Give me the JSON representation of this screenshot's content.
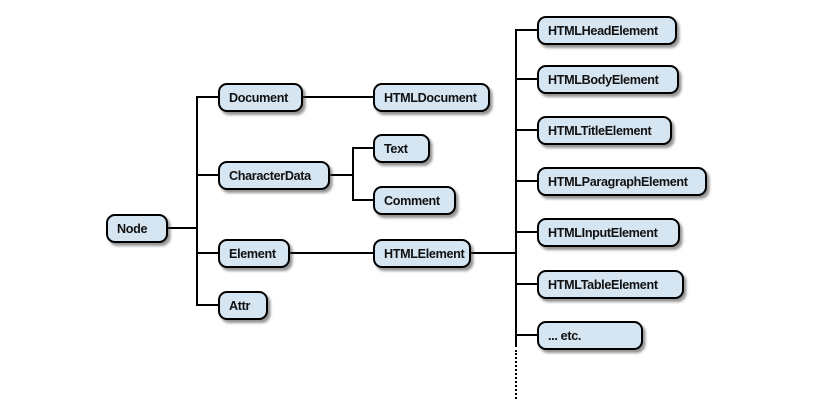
{
  "diagram": {
    "description": "DOM node class inheritance hierarchy",
    "colors": {
      "box_fill": "#d5e5f2",
      "box_border": "#000000",
      "connector": "#000000",
      "background": "#ffffff"
    },
    "nodes": [
      {
        "id": "node",
        "label": "Node",
        "parent": null
      },
      {
        "id": "document",
        "label": "Document",
        "parent": "node"
      },
      {
        "id": "characterdata",
        "label": "CharacterData",
        "parent": "node"
      },
      {
        "id": "element",
        "label": "Element",
        "parent": "node"
      },
      {
        "id": "attr",
        "label": "Attr",
        "parent": "node"
      },
      {
        "id": "htmldocument",
        "label": "HTMLDocument",
        "parent": "document"
      },
      {
        "id": "text",
        "label": "Text",
        "parent": "characterdata"
      },
      {
        "id": "comment",
        "label": "Comment",
        "parent": "characterdata"
      },
      {
        "id": "htmlelement",
        "label": "HTMLElement",
        "parent": "element"
      },
      {
        "id": "htmlheadelement",
        "label": "HTMLHeadElement",
        "parent": "htmlelement"
      },
      {
        "id": "htmlbodyelement",
        "label": "HTMLBodyElement",
        "parent": "htmlelement"
      },
      {
        "id": "htmltitleelement",
        "label": "HTMLTitleElement",
        "parent": "htmlelement"
      },
      {
        "id": "htmlparagraphelement",
        "label": "HTMLParagraphElement",
        "parent": "htmlelement"
      },
      {
        "id": "htmlinputelement",
        "label": "HTMLInputElement",
        "parent": "htmlelement"
      },
      {
        "id": "htmltableelement",
        "label": "HTMLTableElement",
        "parent": "htmlelement"
      },
      {
        "id": "etc",
        "label": "... etc.",
        "parent": "htmlelement"
      }
    ],
    "edges": [
      {
        "from": "node",
        "to": "document"
      },
      {
        "from": "node",
        "to": "characterdata"
      },
      {
        "from": "node",
        "to": "element"
      },
      {
        "from": "node",
        "to": "attr"
      },
      {
        "from": "document",
        "to": "htmldocument"
      },
      {
        "from": "characterdata",
        "to": "text"
      },
      {
        "from": "characterdata",
        "to": "comment"
      },
      {
        "from": "element",
        "to": "htmlelement"
      },
      {
        "from": "htmlelement",
        "to": "htmlheadelement"
      },
      {
        "from": "htmlelement",
        "to": "htmlbodyelement"
      },
      {
        "from": "htmlelement",
        "to": "htmltitleelement"
      },
      {
        "from": "htmlelement",
        "to": "htmlparagraphelement"
      },
      {
        "from": "htmlelement",
        "to": "htmlinputelement"
      },
      {
        "from": "htmlelement",
        "to": "htmltableelement"
      },
      {
        "from": "htmlelement",
        "to": "etc"
      },
      {
        "from": "htmlelement",
        "to": "continuation-dotted"
      }
    ]
  }
}
